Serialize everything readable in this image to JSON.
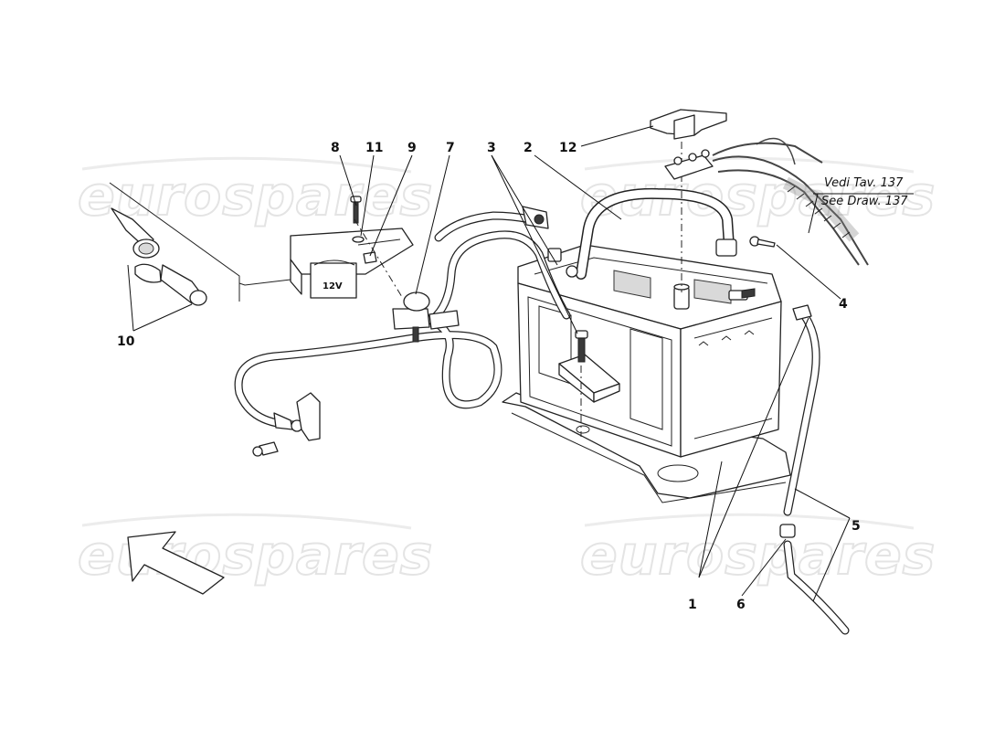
{
  "watermarks": [
    "eurospares",
    "eurospares",
    "eurospares",
    "eurospares"
  ],
  "reference": {
    "line1": "Vedi Tav. 137",
    "line2": "See Draw. 137"
  },
  "battery_label": "12V",
  "callouts": {
    "c1": "1",
    "c2": "2",
    "c3": "3",
    "c4": "4",
    "c5": "5",
    "c6": "6",
    "c7": "7",
    "c8": "8",
    "c9": "9",
    "c10": "10",
    "c11": "11",
    "c12": "12"
  }
}
